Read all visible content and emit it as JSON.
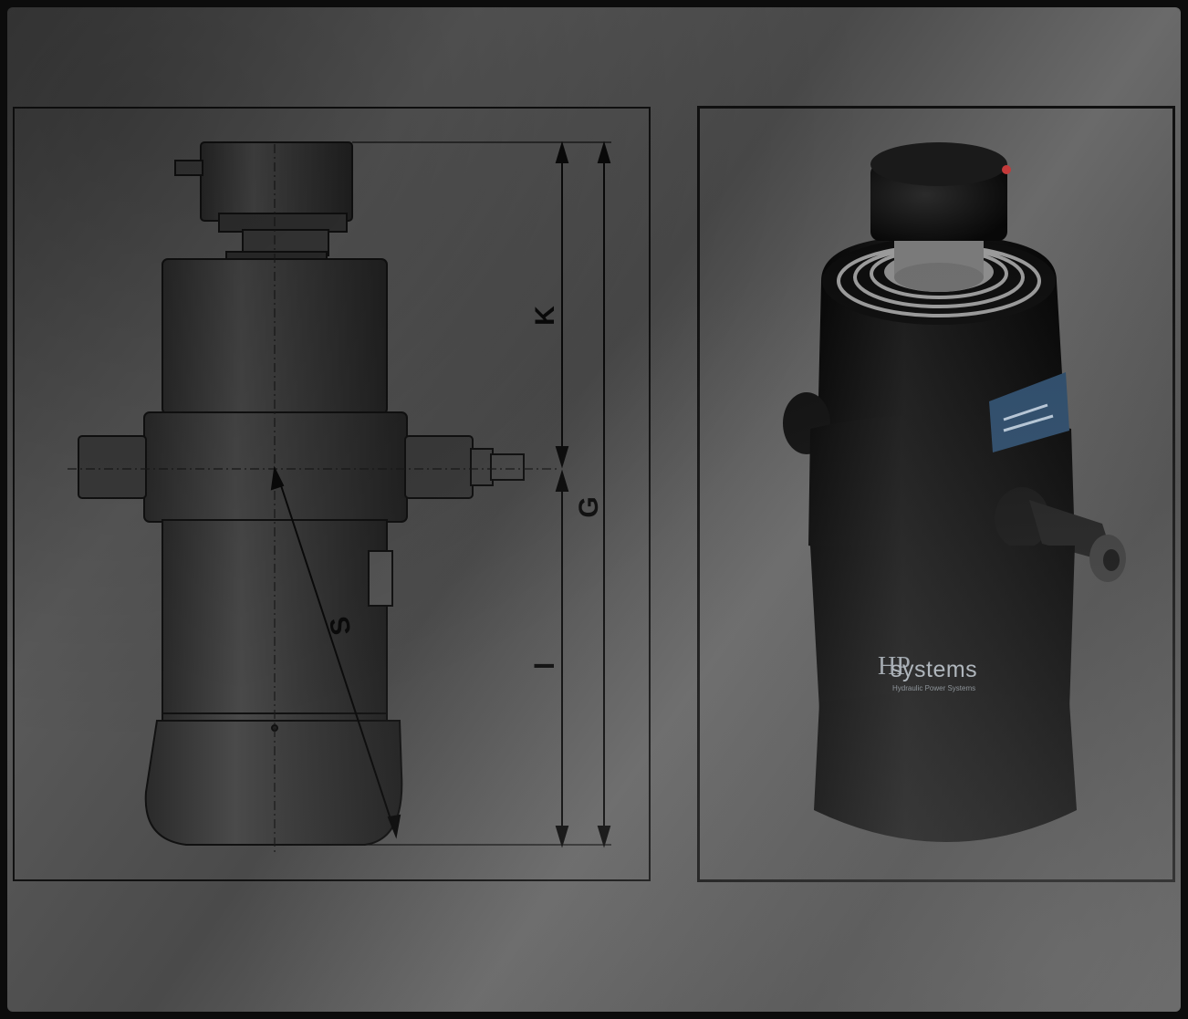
{
  "drawing": {
    "dimension_labels": {
      "k": "K",
      "g": "G",
      "s": "S",
      "l": "l"
    }
  },
  "product": {
    "brand_mark": "HP",
    "brand_name": "systems",
    "brand_tagline": "Hydraulic Power Systems"
  }
}
